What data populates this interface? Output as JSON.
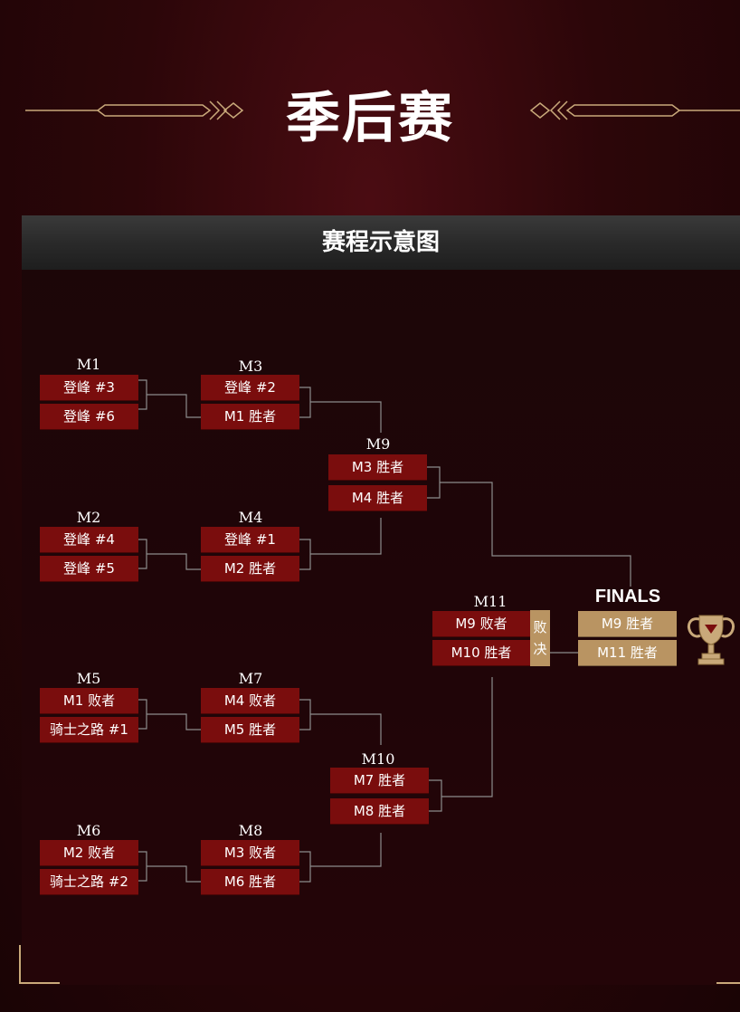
{
  "header": {
    "title": "季后赛"
  },
  "banner": {
    "label": "赛程示意图"
  },
  "matches": {
    "m1": {
      "label": "M1",
      "slots": [
        "登峰 #3",
        "登峰 #6"
      ]
    },
    "m2": {
      "label": "M2",
      "slots": [
        "登峰 #4",
        "登峰 #5"
      ]
    },
    "m3": {
      "label": "M3",
      "slots": [
        "登峰 #2",
        "M1 胜者"
      ]
    },
    "m4": {
      "label": "M4",
      "slots": [
        "登峰 #1",
        "M2 胜者"
      ]
    },
    "m5": {
      "label": "M5",
      "slots": [
        "M1 败者",
        "骑士之路 #1"
      ]
    },
    "m6": {
      "label": "M6",
      "slots": [
        "M2 败者",
        "骑士之路 #2"
      ]
    },
    "m7": {
      "label": "M7",
      "slots": [
        "M4 败者",
        "M5 胜者"
      ]
    },
    "m8": {
      "label": "M8",
      "slots": [
        "M3 败者",
        "M6 胜者"
      ]
    },
    "m9": {
      "label": "M9",
      "slots": [
        "M3 胜者",
        "M4 胜者"
      ]
    },
    "m10": {
      "label": "M10",
      "slots": [
        "M7 胜者",
        "M8 胜者"
      ]
    },
    "m11": {
      "label": "M11",
      "slots": [
        "M9 败者",
        "M10 胜者"
      ],
      "tag": [
        "败",
        "决"
      ]
    },
    "finals": {
      "label": "FINALS",
      "slots": [
        "M9 胜者",
        "M11 胜者"
      ]
    }
  },
  "colors": {
    "slot": "#7a0d0d",
    "gold": "#b99462",
    "line": "#8c8c8c",
    "accent": "#c9a97a"
  },
  "icons": [
    "trophy-icon",
    "divider-ornament-icon"
  ]
}
